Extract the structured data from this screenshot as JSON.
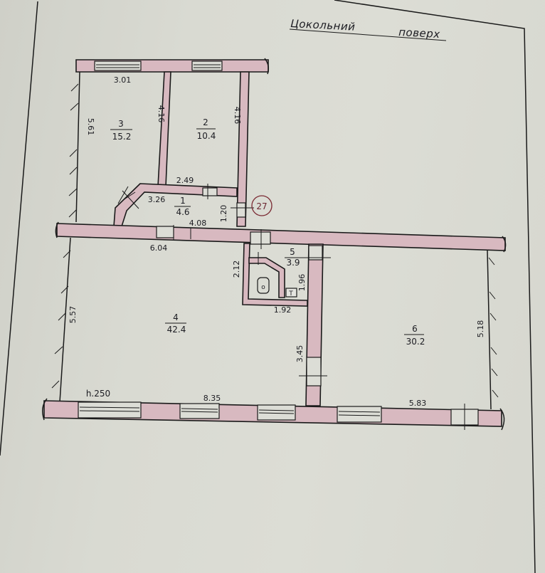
{
  "title": {
    "word1": "Цокольний",
    "word2": "поверх"
  },
  "colors": {
    "wall_fill": "#d8b9c0",
    "paper": "#d9dad2",
    "ink": "#1a1a1a"
  },
  "rooms": [
    {
      "number": "1",
      "area": "4.6"
    },
    {
      "number": "2",
      "area": "10.4"
    },
    {
      "number": "3",
      "area": "15.2"
    },
    {
      "number": "4",
      "area": "42.4"
    },
    {
      "number": "5",
      "area": "3.9"
    },
    {
      "number": "6",
      "area": "30.2"
    }
  ],
  "dimensions": {
    "room3_top": "3.01",
    "room3_left": "5.61",
    "room3_right": "4.16",
    "room2_right": "4.16",
    "room1_top": "2.49",
    "room1_left": "3.26",
    "room1_right": "1.20",
    "room1_bottom": "4.08",
    "room4_top": "6.04",
    "room4_left": "5.57",
    "room4_bottom": "8.35",
    "room5_left": "2.12",
    "room5_right": "1.96",
    "room5_bottom": "1.92",
    "corridor_wall": "3.45",
    "room6_right": "5.18",
    "room6_bottom": "5.83",
    "ceiling_height": "h.250"
  },
  "marker": {
    "label": "27"
  },
  "fixtures": {
    "toilet_symbol": "o",
    "sink_symbol": "Т"
  }
}
